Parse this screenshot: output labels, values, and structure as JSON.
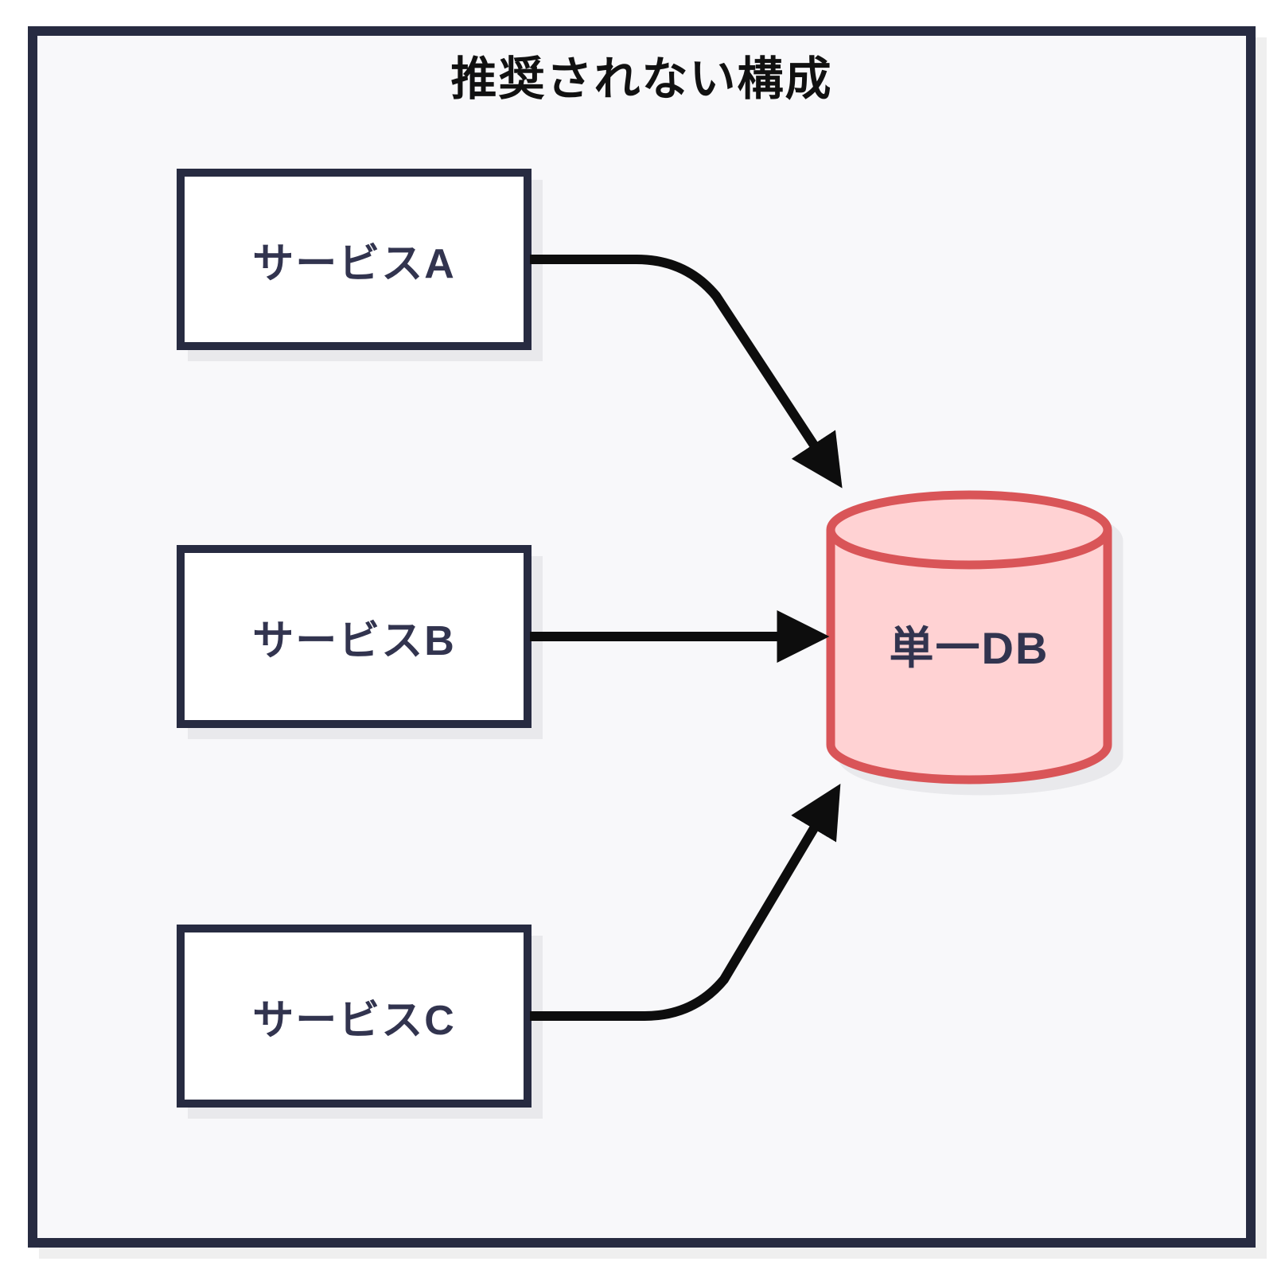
{
  "title": "推奨されない構成",
  "nodes": {
    "service_a": {
      "label": "サービスA"
    },
    "service_b": {
      "label": "サービスB"
    },
    "service_c": {
      "label": "サービスC"
    },
    "database": {
      "label": "単一DB"
    }
  },
  "edges": [
    {
      "from": "service_a",
      "to": "database",
      "style": "curved-down"
    },
    {
      "from": "service_b",
      "to": "database",
      "style": "straight"
    },
    {
      "from": "service_c",
      "to": "database",
      "style": "curved-up"
    }
  ],
  "colors": {
    "panel_background": "#f8f8fa",
    "panel_border": "#272b41",
    "box_background": "#ffffff",
    "box_border": "#272b41",
    "box_text": "#32344f",
    "title_text": "#111111",
    "arrow": "#0d0d0d",
    "db_fill": "#ffd2d3",
    "db_stroke": "#d95558",
    "shadow": "#e9e9ec"
  }
}
